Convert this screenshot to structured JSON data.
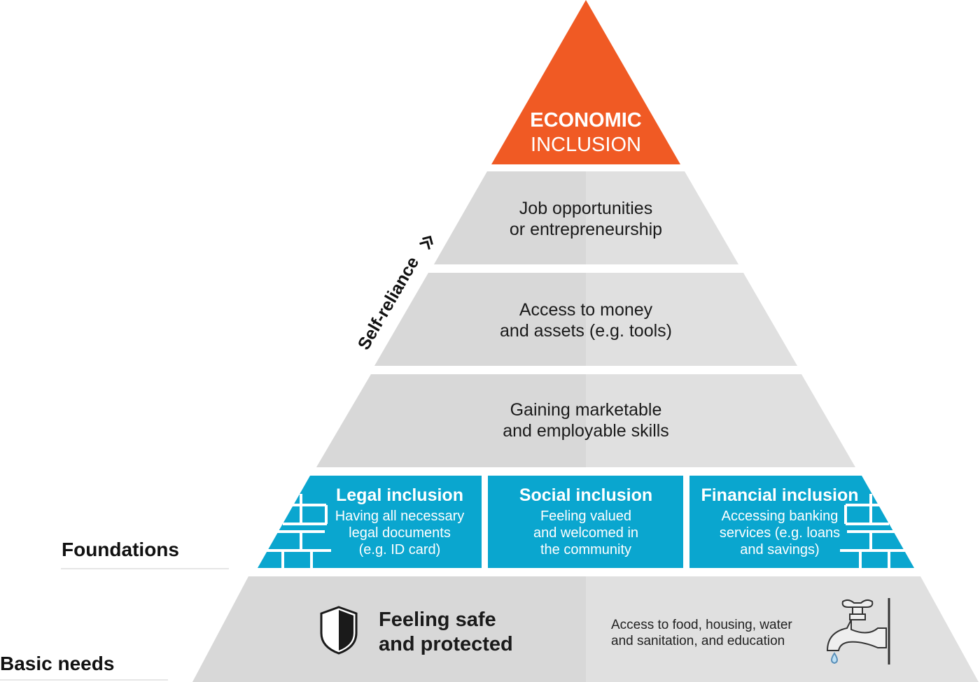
{
  "apex": {
    "line1": "ECONOMIC",
    "line2": "INCLUSION"
  },
  "tiers": [
    {
      "line1": "Job opportunities",
      "line2": "or entrepreneurship"
    },
    {
      "line1": "Access to money",
      "line2": "and assets (e.g. tools)"
    },
    {
      "line1": "Gaining marketable",
      "line2": "and employable skills"
    }
  ],
  "foundations": [
    {
      "title": "Legal inclusion",
      "lines": [
        "Having all necessary",
        "legal documents",
        "(e.g. ID card)"
      ]
    },
    {
      "title": "Social inclusion",
      "lines": [
        "Feeling valued",
        "and welcomed in",
        "the community"
      ]
    },
    {
      "title": "Financial inclusion",
      "lines": [
        "Accessing banking",
        "services (e.g. loans",
        "and savings)"
      ]
    }
  ],
  "basic": {
    "safe_line1": "Feeling safe",
    "safe_line2": "and protected",
    "access_line1": "Access to food, housing, water",
    "access_line2": "and sanitation, and education"
  },
  "labels": {
    "self_reliance": "Self-reliance",
    "foundations": "Foundations",
    "basic_needs": "Basic needs"
  },
  "colors": {
    "orange": "#f05a24",
    "blue": "#0aa6cf",
    "gray": "#dadada"
  }
}
